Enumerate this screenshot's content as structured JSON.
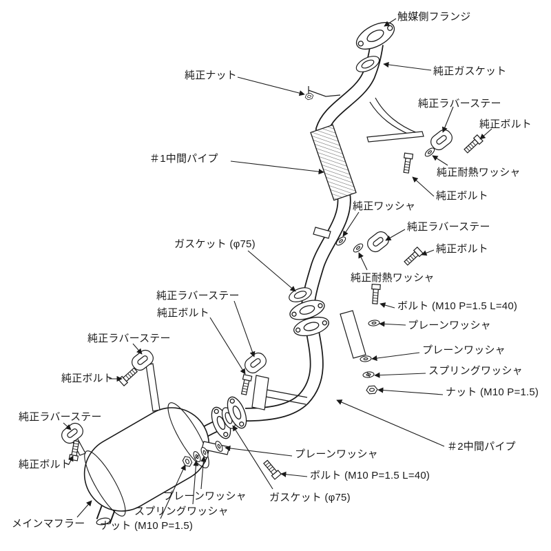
{
  "page": {
    "background_color": "#ffffff",
    "ink_color": "#1a1a1a"
  },
  "diagram": {
    "kind": "exhaust-system-exploded-parts-diagram",
    "labels": [
      {
        "id": "catalyst-flange",
        "text": "触媒側フランジ"
      },
      {
        "id": "oem-gasket",
        "text": "純正ガスケット"
      },
      {
        "id": "oem-nut",
        "text": "純正ナット"
      },
      {
        "id": "oem-rubber-stay-1",
        "text": "純正ラバーステー"
      },
      {
        "id": "oem-bolt-1",
        "text": "純正ボルト"
      },
      {
        "id": "pipe-1",
        "text": "＃1中間パイプ"
      },
      {
        "id": "oem-heat-washer-1",
        "text": "純正耐熱ワッシャ"
      },
      {
        "id": "oem-bolt-2",
        "text": "純正ボルト"
      },
      {
        "id": "oem-washer",
        "text": "純正ワッシャ"
      },
      {
        "id": "oem-rubber-stay-2",
        "text": "純正ラバーステー"
      },
      {
        "id": "oem-bolt-3",
        "text": "純正ボルト"
      },
      {
        "id": "gasket-75-1",
        "text": "ガスケット (φ75)"
      },
      {
        "id": "oem-heat-washer-2",
        "text": "純正耐熱ワッシャ"
      },
      {
        "id": "oem-rubber-stay-3",
        "text": "純正ラバーステー"
      },
      {
        "id": "oem-bolt-4",
        "text": "純正ボルト"
      },
      {
        "id": "bolt-m10-1",
        "text": "ボルト (M10 P=1.5 L=40)"
      },
      {
        "id": "plain-washer-1",
        "text": "プレーンワッシャ"
      },
      {
        "id": "plain-washer-2",
        "text": "プレーンワッシャ"
      },
      {
        "id": "spring-washer-1",
        "text": "スプリングワッシャ"
      },
      {
        "id": "nut-m10-1",
        "text": "ナット (M10 P=1.5)"
      },
      {
        "id": "oem-rubber-stay-4",
        "text": "純正ラバーステー"
      },
      {
        "id": "oem-bolt-5",
        "text": "純正ボルト"
      },
      {
        "id": "oem-rubber-stay-5",
        "text": "純正ラバーステー"
      },
      {
        "id": "oem-bolt-6",
        "text": "純正ボルト"
      },
      {
        "id": "plain-washer-3",
        "text": "プレーンワッシャ"
      },
      {
        "id": "bolt-m10-2",
        "text": "ボルト (M10 P=1.5 L=40)"
      },
      {
        "id": "pipe-2",
        "text": "＃2中間パイプ"
      },
      {
        "id": "plain-washer-4",
        "text": "プレーンワッシャ"
      },
      {
        "id": "spring-washer-2",
        "text": "スプリングワッシャ"
      },
      {
        "id": "gasket-75-2",
        "text": "ガスケット (φ75)"
      },
      {
        "id": "main-muffler",
        "text": "メインマフラー"
      },
      {
        "id": "nut-m10-2",
        "text": "ナット (M10 P=1.5)"
      }
    ]
  }
}
